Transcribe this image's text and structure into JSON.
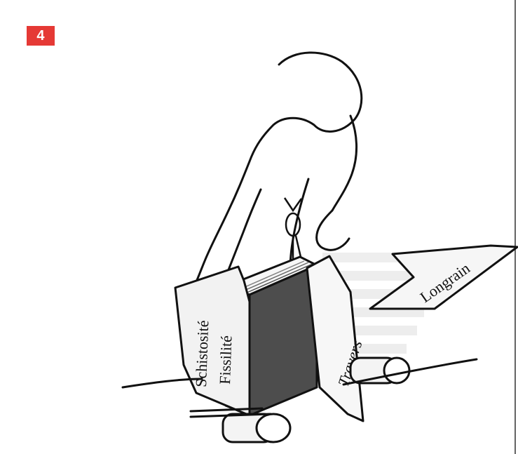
{
  "figure": {
    "number_badge": "4",
    "accent_color": "#e53935",
    "labels": {
      "cleavage_1": "Schistosité",
      "cleavage_2": "Fissilité",
      "cross": "Travers",
      "grain": "Longrain"
    }
  }
}
